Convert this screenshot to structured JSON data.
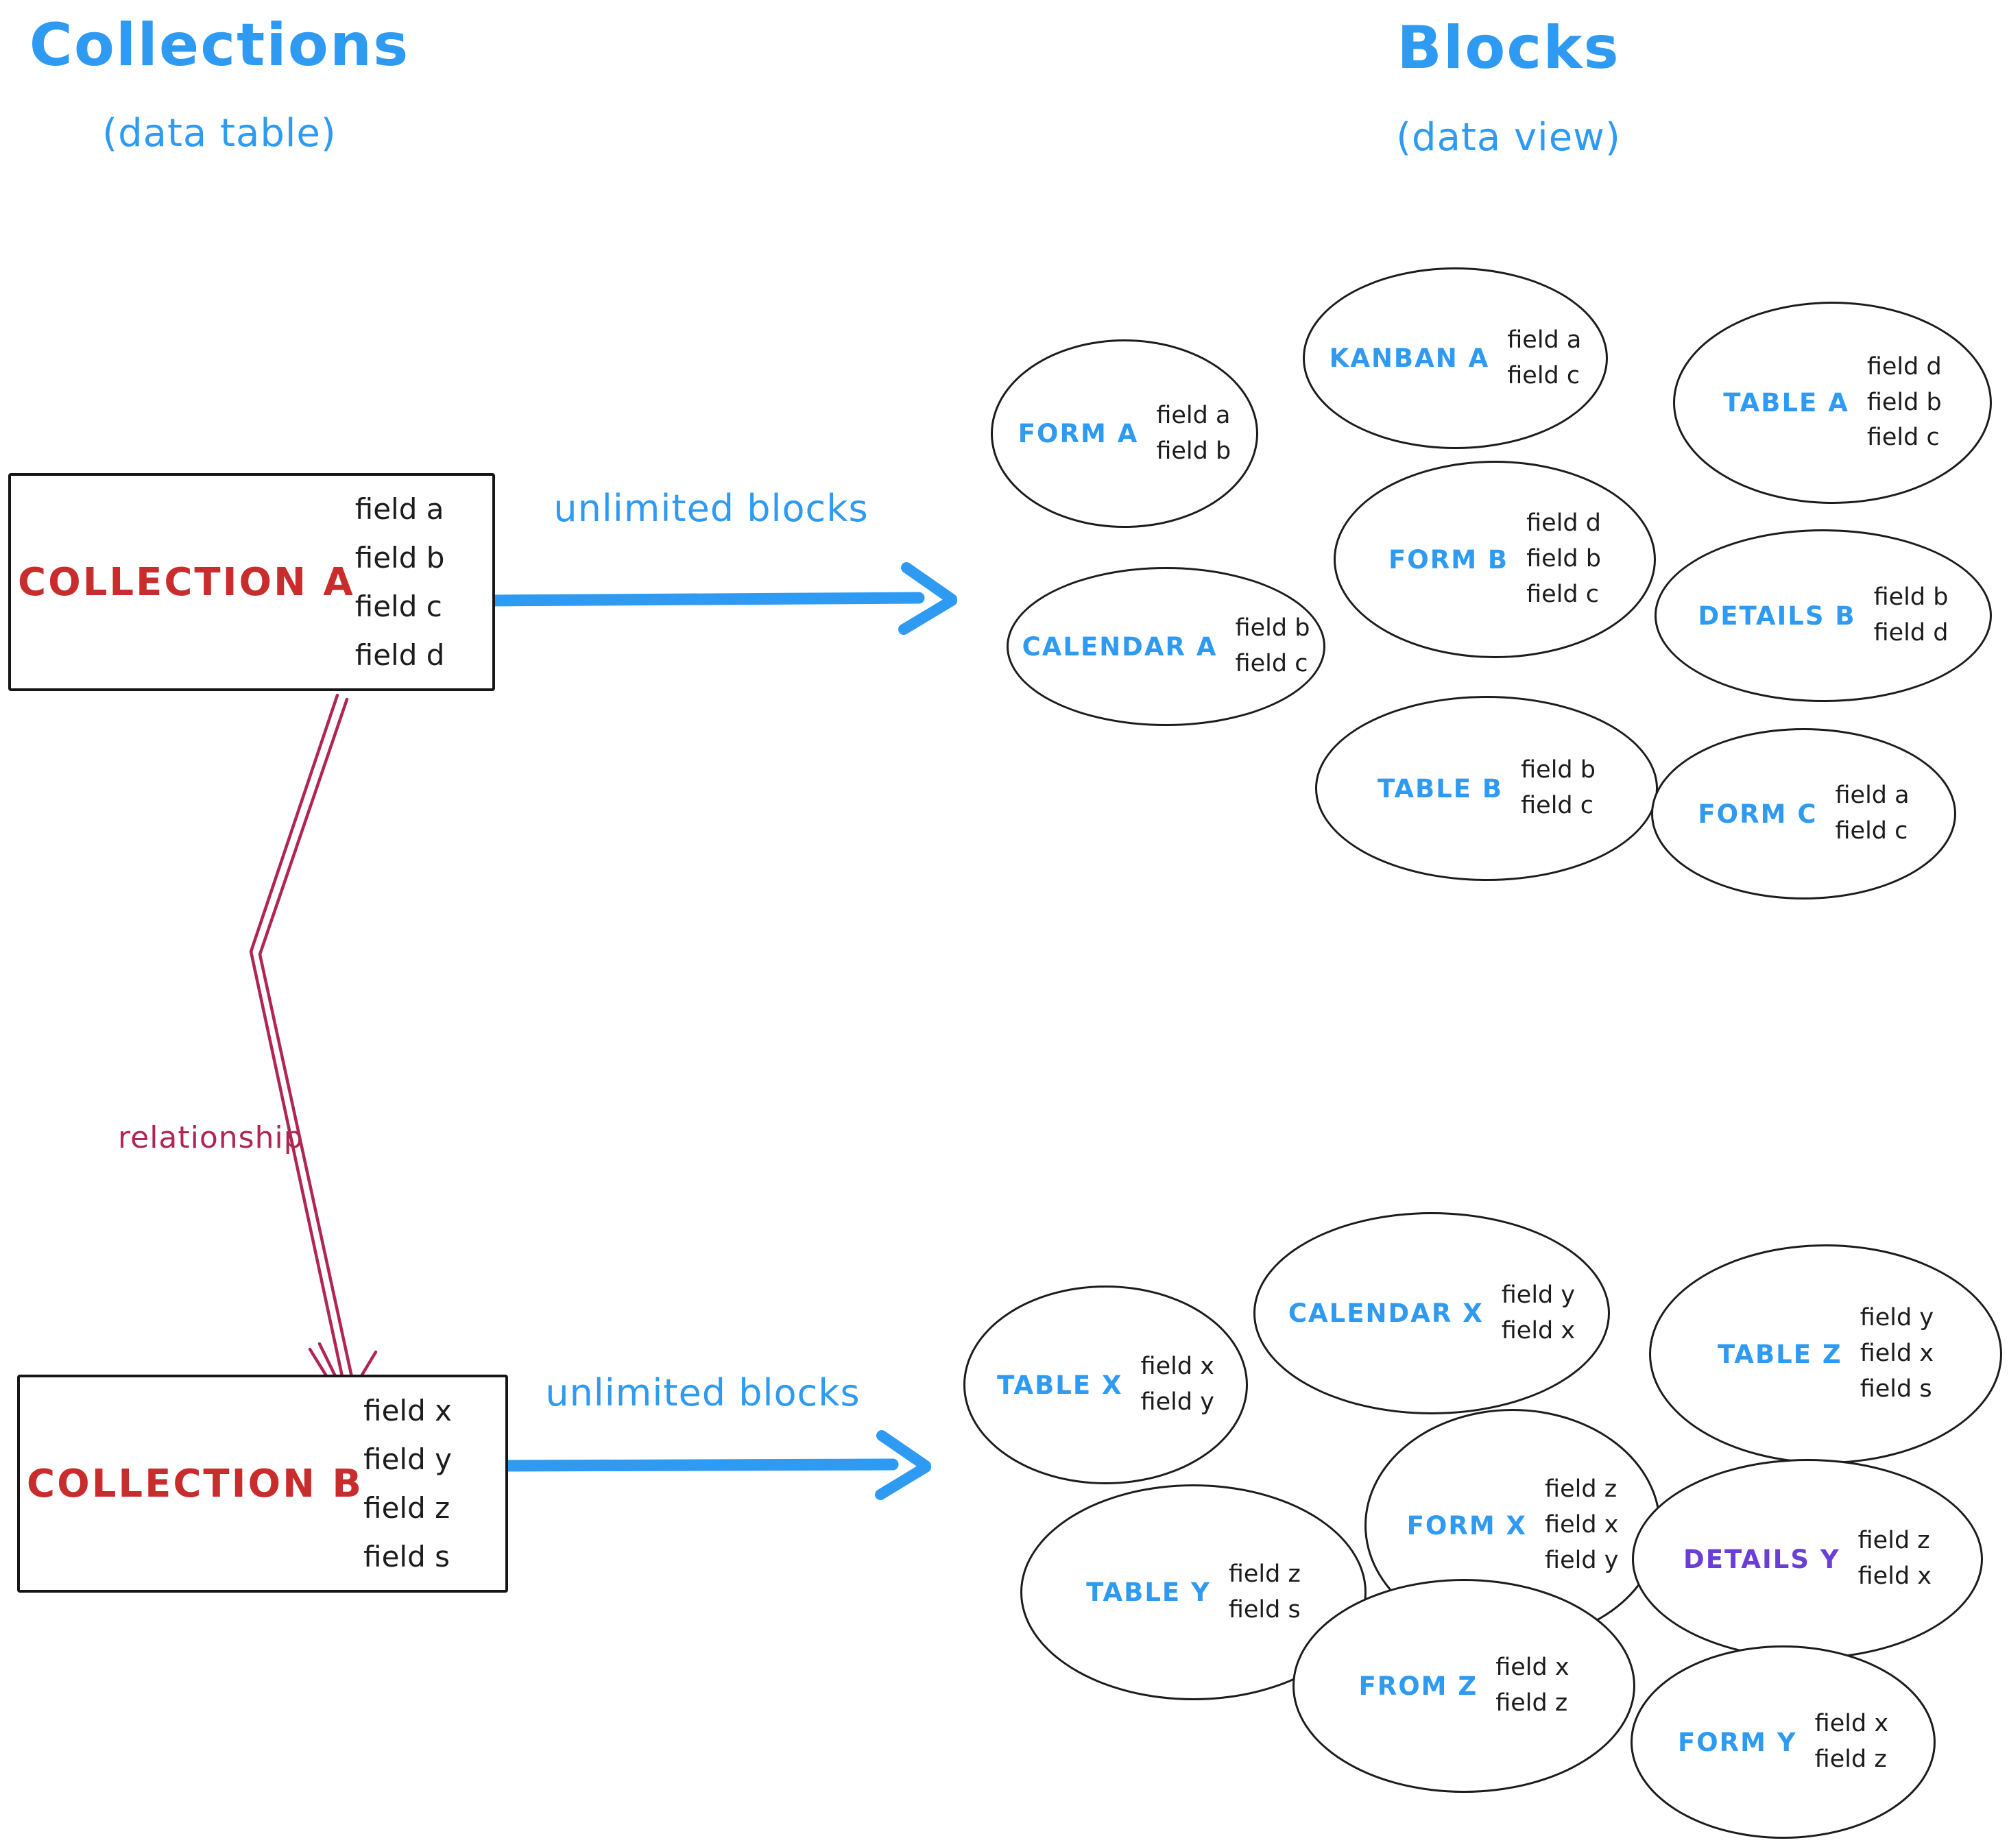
{
  "left_column": {
    "title": "Collections",
    "subtitle": "(data table)",
    "collections": [
      {
        "name": "COLLECTION A",
        "fields": [
          "field a",
          "field b",
          "field c",
          "field d"
        ]
      },
      {
        "name": "COLLECTION B",
        "fields": [
          "field x",
          "field y",
          "field z",
          "field s"
        ]
      }
    ],
    "relationship_label": "relationship"
  },
  "right_column": {
    "title": "Blocks",
    "subtitle": "(data view)"
  },
  "arrows": {
    "a_label": "unlimited blocks",
    "b_label": "unlimited blocks"
  },
  "blocks": [
    {
      "label": "FORM A",
      "fields": [
        "field a",
        "field b"
      ]
    },
    {
      "label": "KANBAN A",
      "fields": [
        "field a",
        "field c"
      ]
    },
    {
      "label": "TABLE A",
      "fields": [
        "field d",
        "field b",
        "field c"
      ]
    },
    {
      "label": "CALENDAR A",
      "fields": [
        "field b",
        "field c"
      ]
    },
    {
      "label": "FORM B",
      "fields": [
        "field d",
        "field b",
        "field c"
      ]
    },
    {
      "label": "DETAILS B",
      "fields": [
        "field b",
        "field d"
      ]
    },
    {
      "label": "TABLE B",
      "fields": [
        "field b",
        "field c"
      ]
    },
    {
      "label": "FORM C",
      "fields": [
        "field a",
        "field c"
      ]
    },
    {
      "label": "TABLE X",
      "fields": [
        "field x",
        "field y"
      ]
    },
    {
      "label": "CALENDAR X",
      "fields": [
        "field y",
        "field x"
      ]
    },
    {
      "label": "TABLE Z",
      "fields": [
        "field y",
        "field x",
        "field s"
      ]
    },
    {
      "label": "TABLE Y",
      "fields": [
        "field z",
        "field s"
      ]
    },
    {
      "label": "FORM X",
      "fields": [
        "field z",
        "field x",
        "field y"
      ]
    },
    {
      "label": "DETAILS Y",
      "fields": [
        "field z",
        "field x"
      ]
    },
    {
      "label": "FROM Z",
      "fields": [
        "field x",
        "field z"
      ]
    },
    {
      "label": "FORM Y",
      "fields": [
        "field x",
        "field z"
      ]
    }
  ],
  "colors": {
    "accent_blue": "#2e9af2",
    "collection_red": "#c92c2c",
    "relationship_crimson": "#b02552",
    "details_y_purple": "#6b3fd4",
    "stroke_black": "#1c1c1c"
  }
}
